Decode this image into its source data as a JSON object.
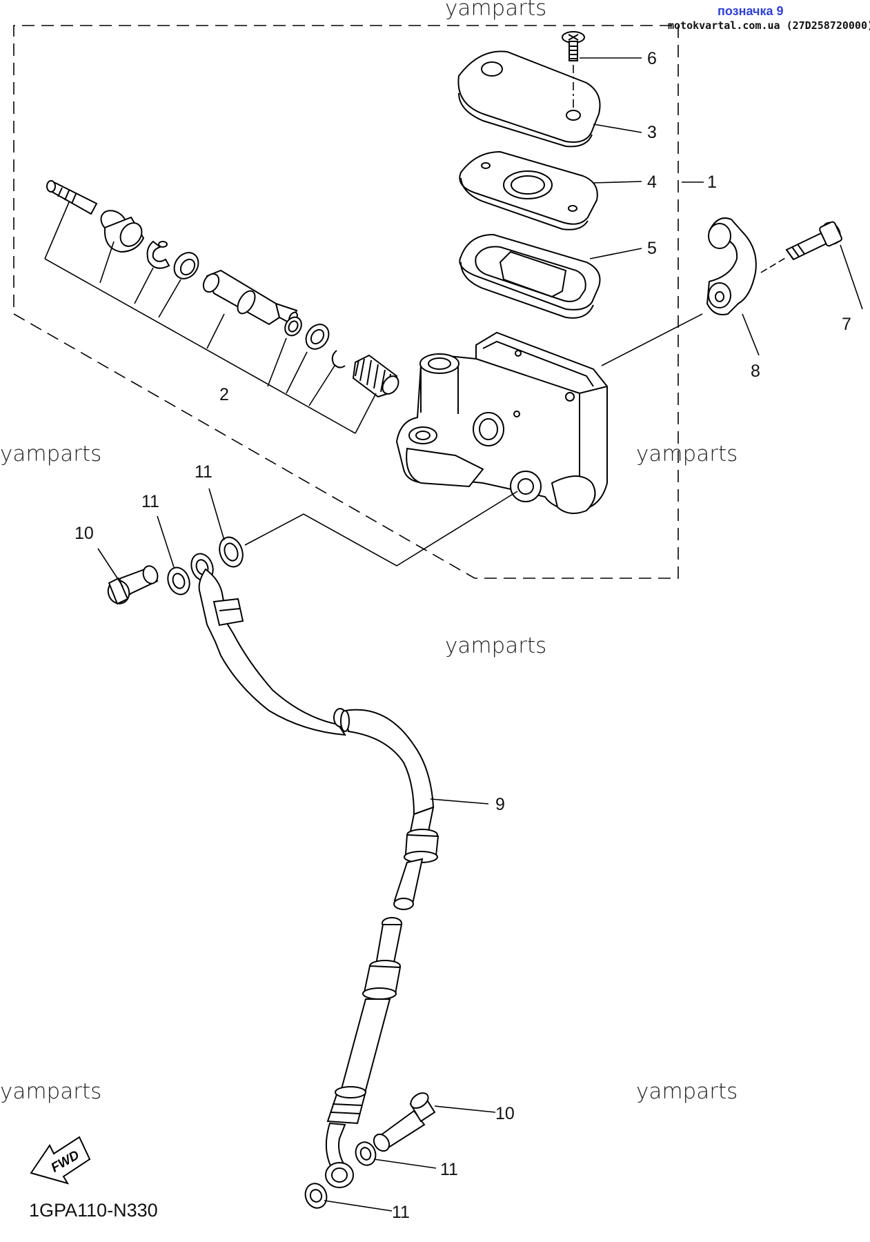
{
  "header": {
    "tag": "позначка 9",
    "subtitle": "motokvartal.com.ua (27D258720000)"
  },
  "watermarks": {
    "top": "yamparts",
    "mid_left": "yamparts",
    "mid_right": "yamparts",
    "center": "yamparts",
    "bottom_left": "yamparts",
    "bottom_right": "yamparts"
  },
  "callouts": {
    "c1": "1",
    "c2": "2",
    "c3": "3",
    "c4": "4",
    "c5": "5",
    "c6": "6",
    "c7": "7",
    "c8": "8",
    "c9": "9",
    "c10a": "10",
    "c10b": "10",
    "c11a": "11",
    "c11b": "11",
    "c11c": "11",
    "c11d": "11"
  },
  "fwd_badge": "FWD",
  "diagram_code": "1GPA110-N330"
}
